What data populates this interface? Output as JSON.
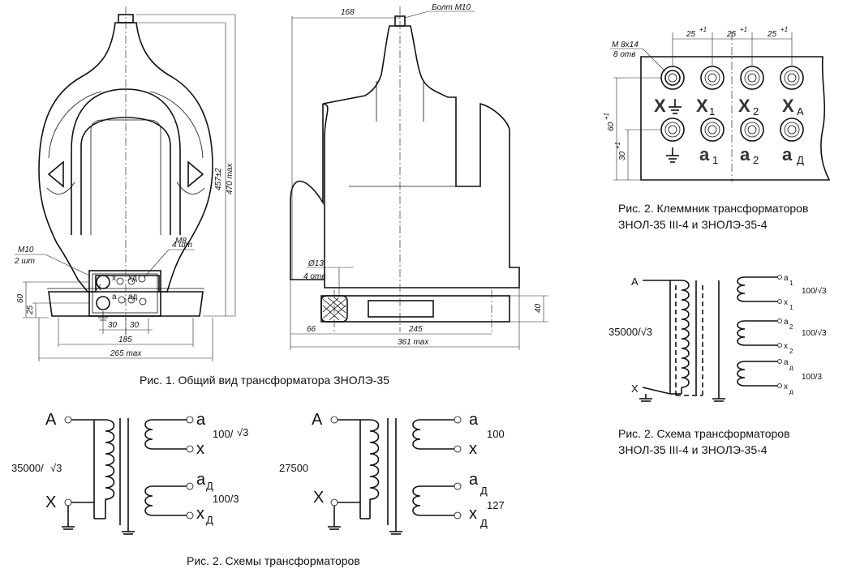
{
  "fig1": {
    "caption": "Рис. 1. Общий вид трансформатора ЗНОЛЭ-35",
    "front_dims": {
      "height_nominal": "457±2",
      "height_max": "470 max",
      "base_height": "60",
      "mount_height": "25",
      "spacing_a": "30",
      "spacing_b": "30",
      "hole_pitch": "185",
      "width_max": "265 max",
      "m10_label": "M10",
      "m10_qty": "2 шт",
      "m8_label": "M8",
      "m8_qty": "4 шт"
    },
    "side_dims": {
      "top_offset": "168",
      "bolt": "Болт М10",
      "hole_dia": "Ø13",
      "hole_qty": "4 отв",
      "left_offset": "66",
      "mount_pitch": "245",
      "length_max": "361 max",
      "base_height": "40"
    },
    "terminal_labels": {
      "a": "a",
      "x": "x",
      "xd": "xд",
      "ad": "aд",
      "X": "X"
    }
  },
  "fig2_terminal": {
    "caption_line1": "Рис. 2. Клеммник трансформаторов",
    "caption_line2": "ЗНОЛ-35 III-4 и ЗНОЛЭ-35-4",
    "thread": "M 8x14",
    "holes": "8 отв",
    "pitch1": "25",
    "pitch2": "25",
    "pitch3": "25",
    "tol": "+1",
    "height1": "60",
    "height2": "30",
    "top_row": [
      "X",
      "X",
      "X",
      "X"
    ],
    "top_subs": [
      "",
      "1",
      "2",
      "А"
    ],
    "bottom_row": [
      "",
      "a",
      "a",
      "a"
    ],
    "bottom_subs": [
      "",
      "1",
      "2",
      "Д"
    ]
  },
  "fig2_scheme": {
    "caption_line1": "Рис. 2. Схема трансформаторов",
    "caption_line2": "ЗНОЛ-35 III-4 и ЗНОЛЭ-35-4",
    "primary_top": "A",
    "primary_bottom": "X",
    "primary_voltage": "35000/√3",
    "w1_a": "a",
    "w1_a_sub": "1",
    "w1_x": "x",
    "w1_x_sub": "1",
    "w1_v": "100/√3",
    "w2_a": "a",
    "w2_a_sub": "2",
    "w2_x": "x",
    "w2_x_sub": "2",
    "w2_v": "100/√3",
    "w3_a": "a",
    "w3_a_sub": "д",
    "w3_x": "x",
    "w3_x_sub": "д",
    "w3_v": "100/3"
  },
  "schemes_bottom": {
    "caption": "Рис. 2. Схемы трансформаторов",
    "left": {
      "A": "A",
      "X": "X",
      "voltage_main": "35000/",
      "voltage_root": "√3",
      "a": "a",
      "x": "x",
      "w1_v_main": "100/",
      "w1_v_root": "√3",
      "ad": "a",
      "ad_sub": "Д",
      "xd": "x",
      "xd_sub": "Д",
      "w2_v": "100/3"
    },
    "right": {
      "A": "A",
      "X": "X",
      "voltage": "27500",
      "a": "a",
      "x": "x",
      "w1_v": "100",
      "ad": "a",
      "ad_sub": "Д",
      "xd": "x",
      "xd_sub": "Д",
      "w2_v": "127"
    }
  }
}
